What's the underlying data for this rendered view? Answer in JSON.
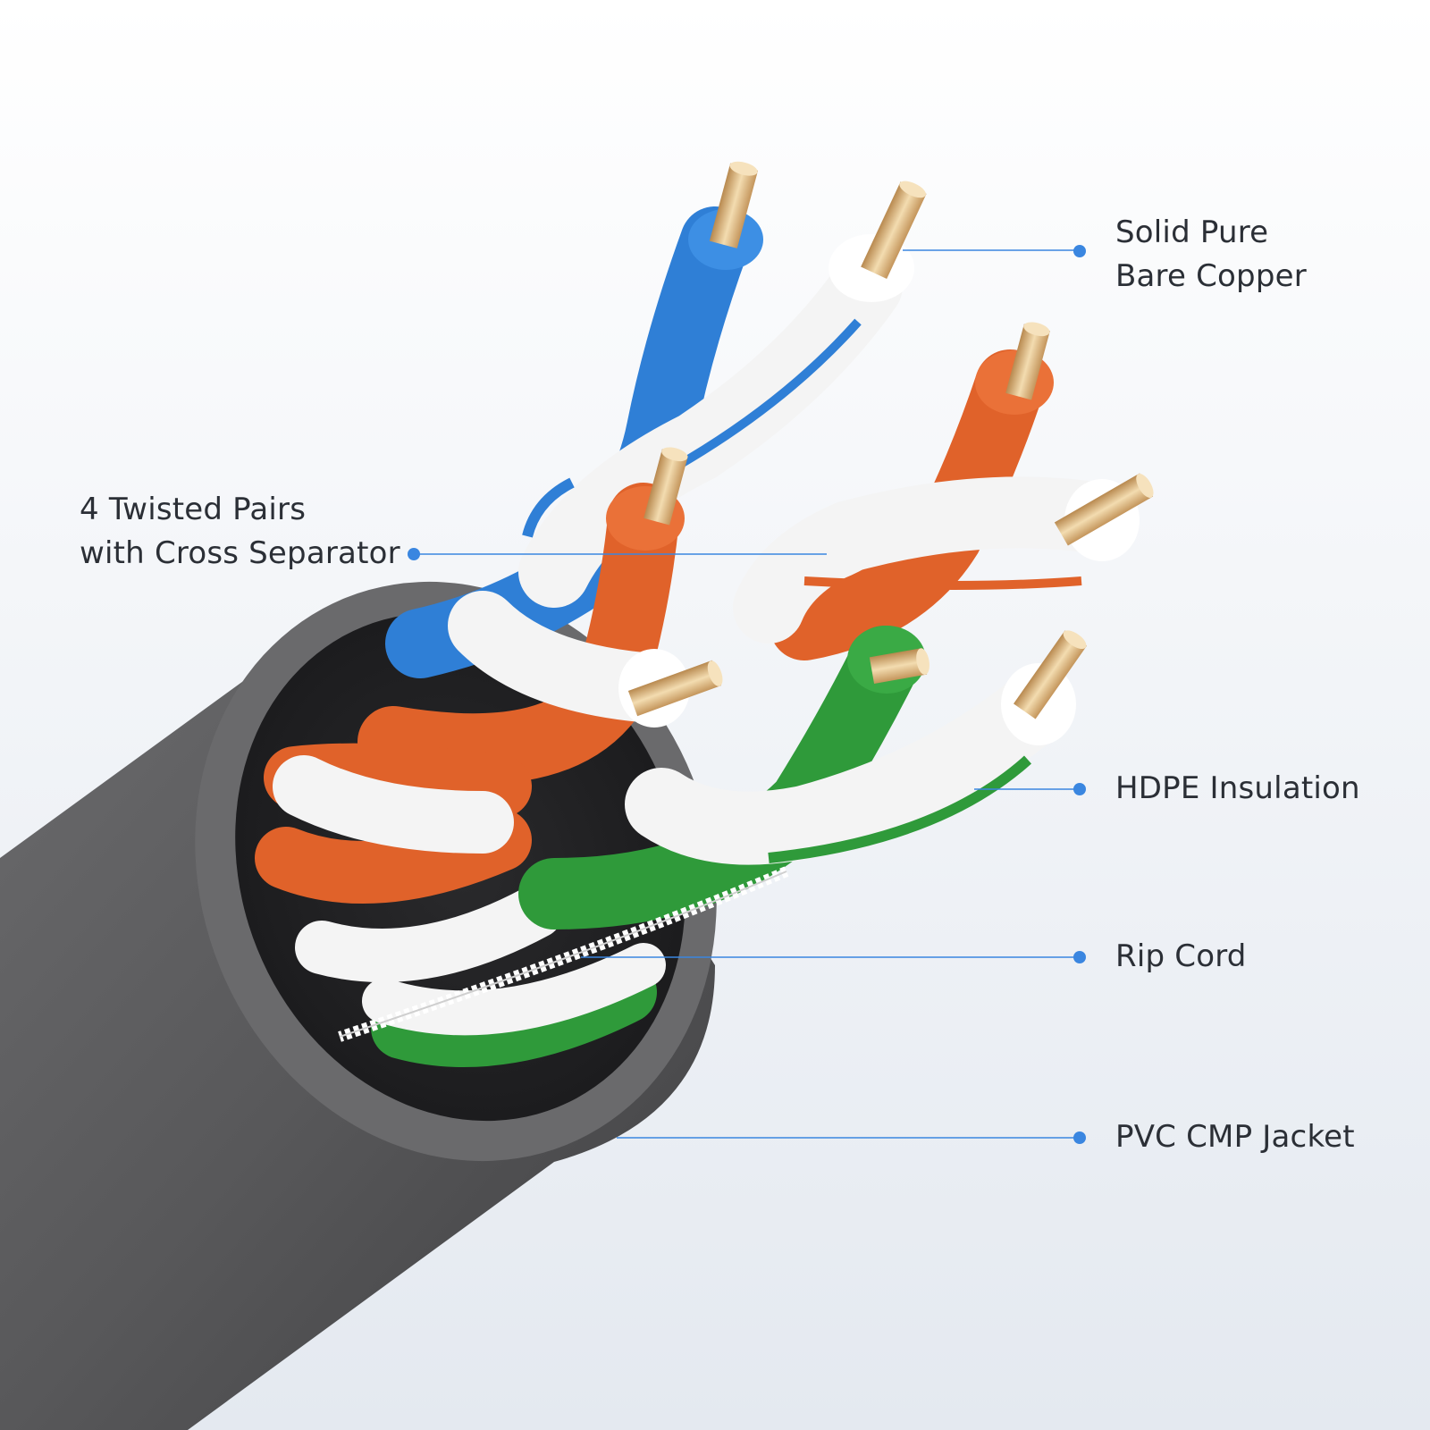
{
  "colors": {
    "accent": "#3a86e0",
    "jacket": "#5a5a5c",
    "blue": "#2f7fd6",
    "orange": "#e0622a",
    "green": "#2f9a3a",
    "white": "#f4f4f4",
    "copper": "#d8b27a"
  },
  "labels": {
    "copper": {
      "line1": "Solid Pure",
      "line2": "Bare Copper"
    },
    "pairs": {
      "line1": "4 Twisted Pairs",
      "line2": "with Cross Separator"
    },
    "insulation": {
      "line1": "HDPE Insulation"
    },
    "ripcord": {
      "line1": "Rip Cord"
    },
    "jacket": {
      "line1": "PVC CMP Jacket"
    }
  }
}
